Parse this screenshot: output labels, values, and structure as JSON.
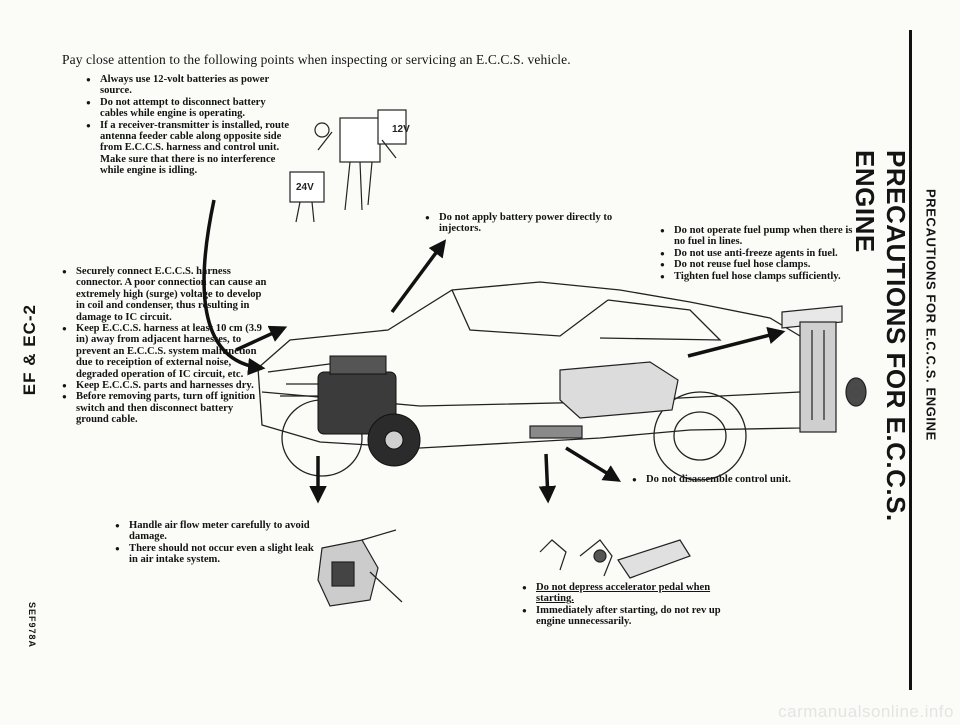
{
  "page": {
    "intro": "Pay close attention to the following points when inspecting or servicing an E.C.C.S. vehicle.",
    "section_code": "EF & EC-2",
    "figure_code": "SEF978A",
    "vertical_title": "PRECAUTIONS FOR E.C.C.S. ENGINE",
    "vertical_title_small": "PRECAUTIONS FOR E.C.C.S. ENGINE",
    "watermark": "carmanualsonline.info"
  },
  "battery_notes": [
    "Always use 12-volt batteries as power source.",
    "Do not attempt to disconnect battery cables while engine is operating.",
    "If a receiver-transmitter is installed, route antenna feeder cable along opposite side from E.C.C.S. harness and control unit. Make sure that there is no interference while engine is idling."
  ],
  "battery_labels": {
    "a": "12V",
    "b": "24V"
  },
  "injector_notes": [
    "Do not apply battery power directly to injectors."
  ],
  "fuel_notes": [
    "Do not operate fuel pump when there is no fuel in lines.",
    "Do not use anti-freeze agents in fuel.",
    "Do not reuse fuel hose clamps.",
    "Tighten fuel hose clamps sufficiently."
  ],
  "harness_notes": [
    "Securely connect E.C.C.S. harness connector. A poor connection can cause an extremely high (surge) voltage to develop in coil and condenser, thus resulting in damage to IC circuit.",
    "Keep E.C.C.S. harness at least 10 cm (3.9 in) away from adjacent harnesses, to prevent an E.C.C.S. system malfunction due to receiption of external noise, degraded operation of IC circuit, etc.",
    "Keep E.C.C.S. parts and harnesses dry.",
    "Before removing parts, turn off ignition switch and then disconnect battery ground cable."
  ],
  "control_unit_notes": [
    "Do not disassemble control unit."
  ],
  "airflow_notes": [
    "Handle air flow meter carefully to avoid damage.",
    "There should not occur even a slight leak in air intake system."
  ],
  "pedal_notes": [
    "Do not depress accelerator pedal when starting.",
    "Immediately after starting, do not rev up engine unnecessarily."
  ]
}
